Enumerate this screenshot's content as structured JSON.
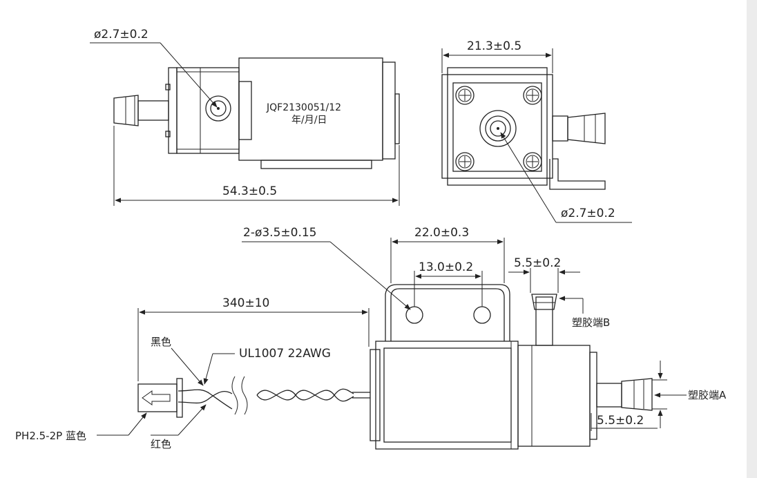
{
  "top_view": {
    "hole_dim": "ø2.7±0.2",
    "model_marking": "JQF2130051/12",
    "date_marking": "年/月/日",
    "length_dim": "54.3±0.5"
  },
  "side_view": {
    "width_dim": "21.3±0.5",
    "hole_dim": "ø2.7±0.2"
  },
  "bottom_view": {
    "holes_dim": "2-ø3.5±0.15",
    "bracket_width_dim": "22.0±0.3",
    "hole_spacing_dim": "13.0±0.2",
    "nozzle_b_dim": "5.5±0.2",
    "nozzle_b_label": "塑胶端B",
    "nozzle_a_label": "塑胶端A",
    "nozzle_a_dim": "5.5±0.2",
    "wire_length_dim": "340±10",
    "black_wire_label": "黑色",
    "wire_spec_label": "UL1007  22AWG",
    "connector_label": "PH2.5-2P 蓝色",
    "red_wire_label": "红色"
  }
}
